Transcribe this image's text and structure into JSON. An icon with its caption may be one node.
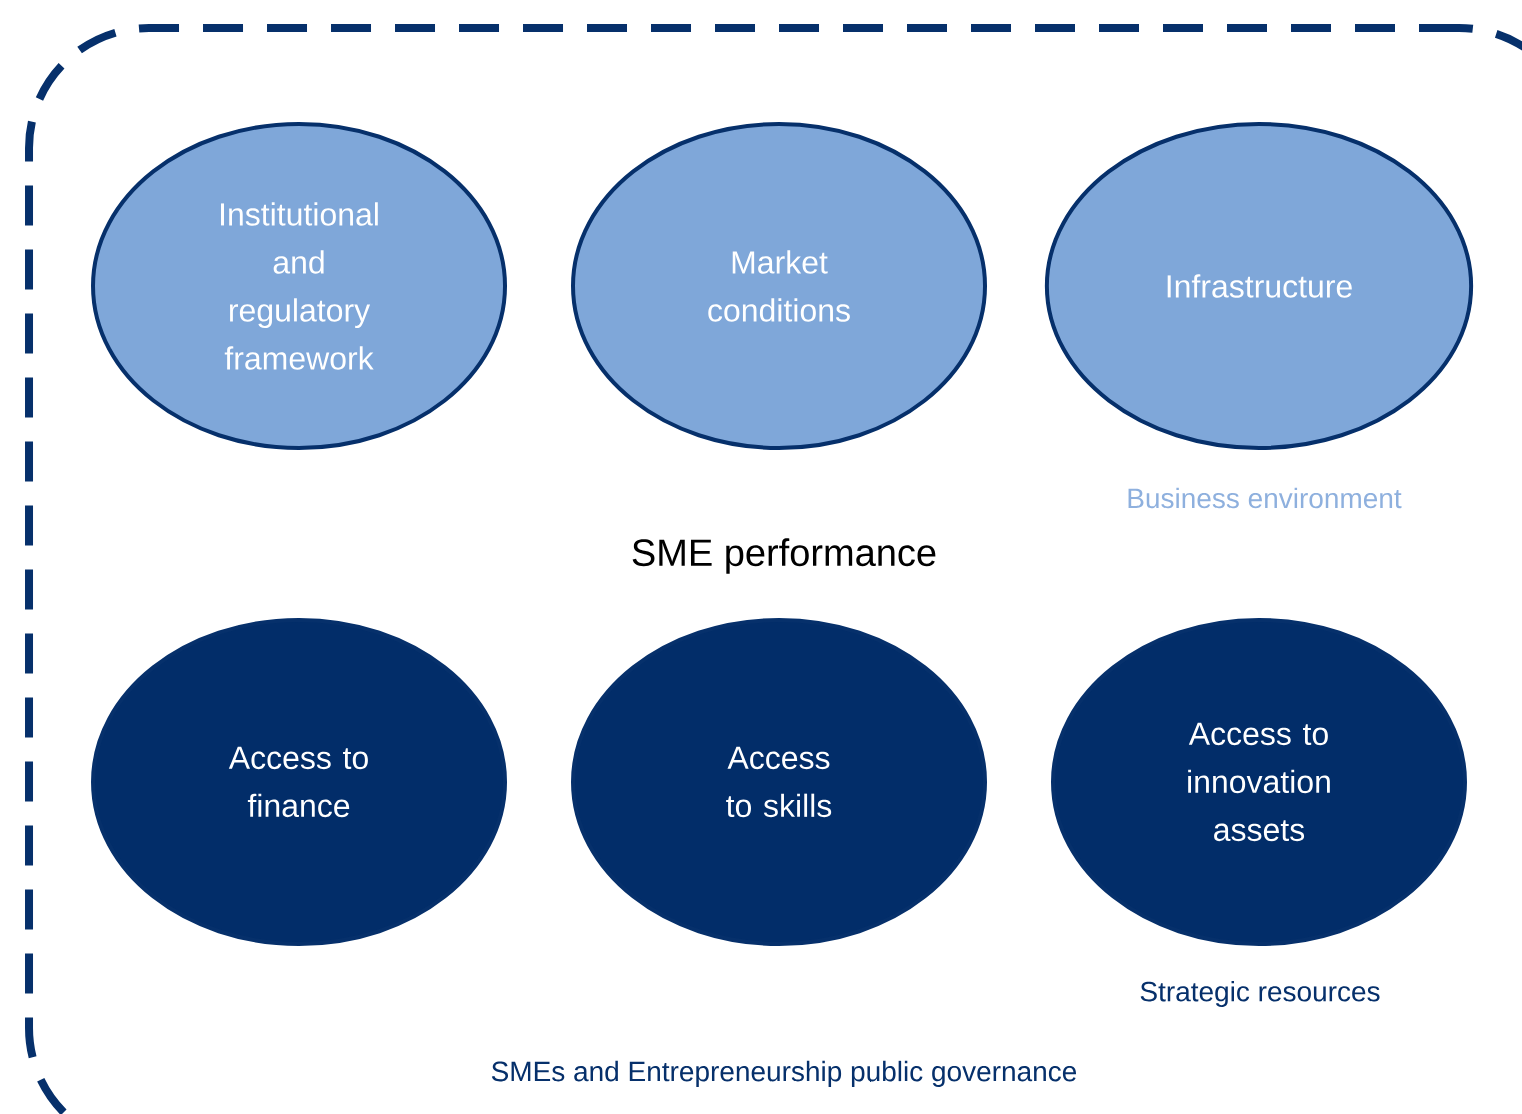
{
  "diagram": {
    "nodes": [
      {
        "text": [
          "SMEs and Entrepreneurship public governance"
        ]
      },
      {
        "text": [
          "Institutional and regulatory framework"
        ],
        "in": 0
      },
      {
        "text": [
          "Market conditions"
        ],
        "in": 0
      },
      {
        "text": [
          "Infrastructure"
        ],
        "in": 0
      },
      {
        "text": [
          "Access to finance"
        ],
        "in": 0
      },
      {
        "text": [
          "Access to skills"
        ],
        "in": 0
      },
      {
        "text": [
          "Access to innovation assets"
        ],
        "in": 0
      }
    ],
    "labels": [
      "Business environment",
      "SME performance",
      "Strategic resources"
    ]
  }
}
